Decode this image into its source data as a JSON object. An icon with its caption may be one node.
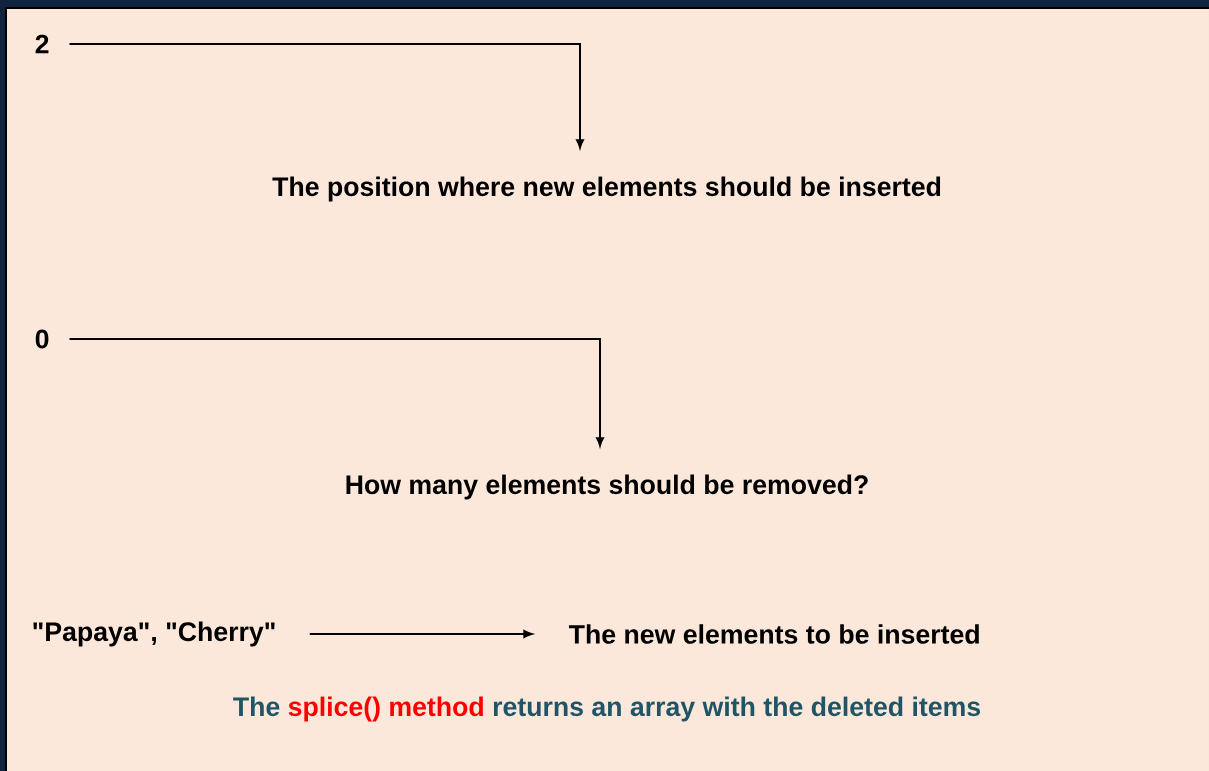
{
  "diagram": {
    "nodes": [
      {
        "text": [
          "2"
        ]
      },
      {
        "text": [
          "The position where new elements should be inserted"
        ]
      },
      {
        "text": [
          "0"
        ]
      },
      {
        "text": [
          "How many elements should be removed?"
        ]
      },
      {
        "text": [
          "\"Papaya\", \"Cherry\""
        ]
      },
      {
        "text": [
          "The new elements to be inserted"
        ]
      }
    ],
    "edges": [
      {
        "from": 0,
        "to": 1,
        "arrow": "to"
      },
      {
        "from": 2,
        "to": 3,
        "arrow": "to"
      },
      {
        "from": 4,
        "to": 5,
        "arrow": "to"
      }
    ],
    "labels": [
      "The",
      "splice() method",
      "returns an array with the deleted items"
    ]
  }
}
